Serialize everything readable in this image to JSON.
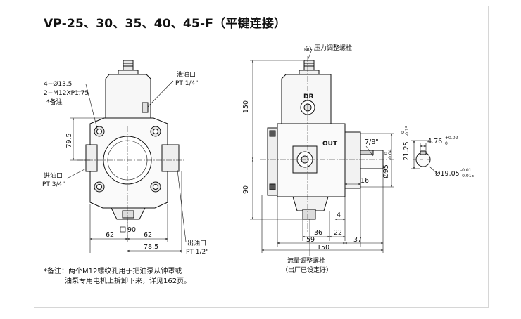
{
  "title": "VP-25、30、35、40、45-F（平键连接）",
  "front": {
    "holes_label": "4−Ø13.5",
    "thread_label": "2−M12XP1.75",
    "note_ref": "*备注",
    "drain_port": "泄油口",
    "drain_thread": "PT 1/4\"",
    "inlet_port": "进油口",
    "inlet_thread": "PT 3/4\"",
    "outlet_port": "出油口",
    "outlet_thread": "PT 1/2\"",
    "dim_79_5": "79.5",
    "dim_sq90": "90",
    "dim_62_left": "62",
    "dim_62_right": "62",
    "dim_78_5": "78.5"
  },
  "side": {
    "pressure_adjust": "压力调整螺栓",
    "dr_label": "DR",
    "out_label": "OUT",
    "dim_150_v": "150",
    "dim_90_v": "90",
    "dim_7_8": "7/8\"",
    "dim_95": "Ø95",
    "dim_95_tol_upper": "0",
    "dim_95_tol_lower": "-0.04",
    "dim_16": "16",
    "dim_4": "4",
    "dim_36": "36",
    "dim_22": "22",
    "dim_59": "59",
    "dim_37": "37",
    "dim_150_h": "150",
    "flow_adjust": "流量调整螺栓",
    "factory_set": "（出厂已设定好）"
  },
  "key": {
    "dim_21_25": "21.25",
    "dim_21_25_tol_upper": "0",
    "dim_21_25_tol_lower": "-0.15",
    "dim_4_76": "4.76",
    "dim_4_76_tol_upper": "+0.02",
    "dim_4_76_tol_lower": "0",
    "dim_19_05": "Ø19.05",
    "dim_19_05_tol_upper": "-0.01",
    "dim_19_05_tol_lower": "-0.015"
  },
  "notes": {
    "line1": "*备注：两个M12螺纹孔用于把油泵从钟罩或",
    "line2": "油泵专用电机上拆卸下来，详见162页。"
  }
}
